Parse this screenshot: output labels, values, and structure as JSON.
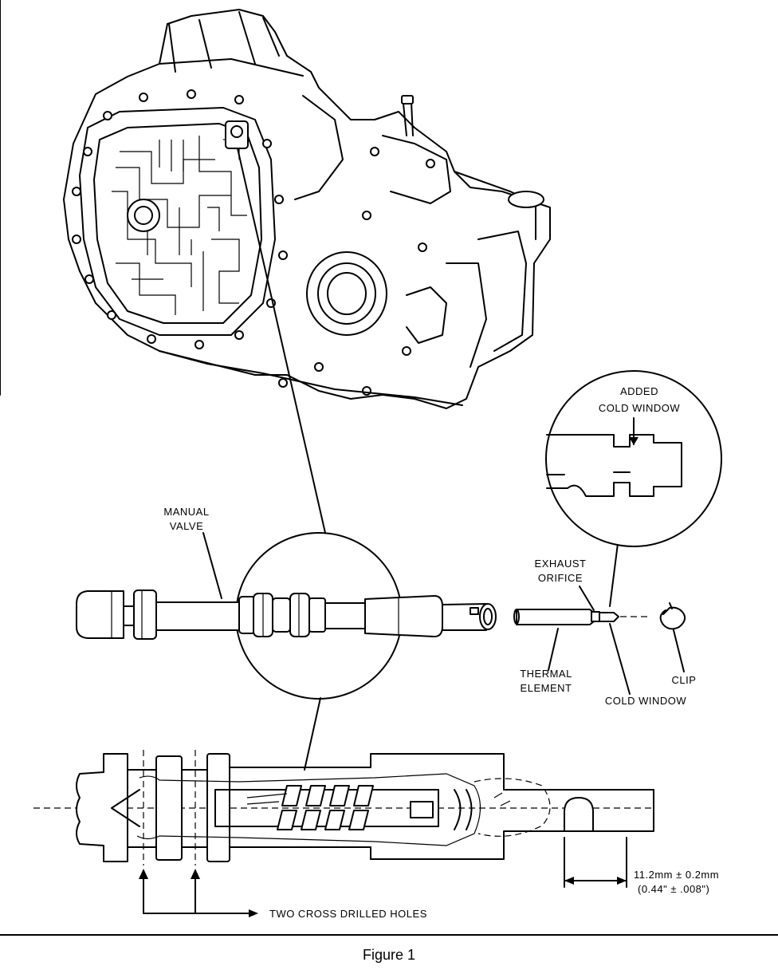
{
  "labels": {
    "added_cold_window": [
      "ADDED",
      "COLD WINDOW"
    ],
    "manual_valve": [
      "MANUAL",
      "VALVE"
    ],
    "exhaust_orifice": [
      "EXHAUST",
      "ORIFICE"
    ],
    "thermal_element": [
      "THERMAL",
      "ELEMENT"
    ],
    "clip": "CLIP",
    "cold_window": "COLD WINDOW",
    "dimension": [
      "11.2mm ± 0.2mm",
      "(0.44\" ± .008\")"
    ],
    "cross_drilled_holes": "TWO CROSS DRILLED HOLES"
  },
  "caption": "Figure 1"
}
